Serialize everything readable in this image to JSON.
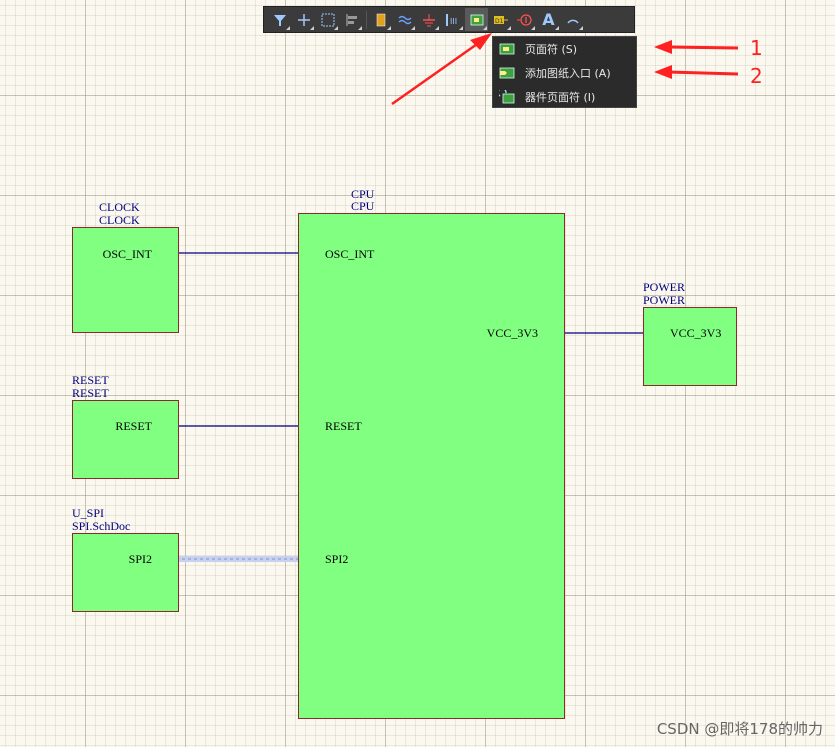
{
  "toolbar": {
    "icons": [
      "filter-icon",
      "cross-icon",
      "select-rect-icon",
      "align-icon",
      "part-icon",
      "bus-icon",
      "ground-icon",
      "port-bar-icon",
      "sheet-symbol-icon",
      "net-label-icon",
      "no-erc-icon",
      "text-icon",
      "arc-icon"
    ],
    "text_glyph": "A"
  },
  "menu": {
    "items": [
      {
        "label": "页面符 (S)",
        "icon": "sheet-symbol-icon"
      },
      {
        "label": "添加图纸入口 (A)",
        "icon": "sheet-entry-icon"
      },
      {
        "label": "器件页面符 (I)",
        "icon": "device-sheet-icon"
      }
    ]
  },
  "annotations": {
    "one": "1",
    "two": "2",
    "color": "#ff2020"
  },
  "sheets": {
    "clock": {
      "designator": "CLOCK",
      "filename": "CLOCK",
      "entry": "OSC_INT"
    },
    "reset": {
      "designator": "RESET",
      "filename": "RESET",
      "entry": "RESET"
    },
    "spi": {
      "designator": "U_SPI",
      "filename": "SPI.SchDoc",
      "entry": "SPI2"
    },
    "cpu": {
      "designator": "CPU",
      "filename": "CPU",
      "entries": [
        "OSC_INT",
        "RESET",
        "SPI2",
        "VCC_3V3"
      ]
    },
    "power": {
      "designator": "POWER",
      "filename": "POWER",
      "entry": "VCC_3V3"
    }
  },
  "colors": {
    "sheet_fill": "#80ff80",
    "sheet_border": "#8a2a2a",
    "wire": "#000080",
    "label": "#000080",
    "port_fill": "#ffee88"
  },
  "watermark": "CSDN @即将178的帅力"
}
